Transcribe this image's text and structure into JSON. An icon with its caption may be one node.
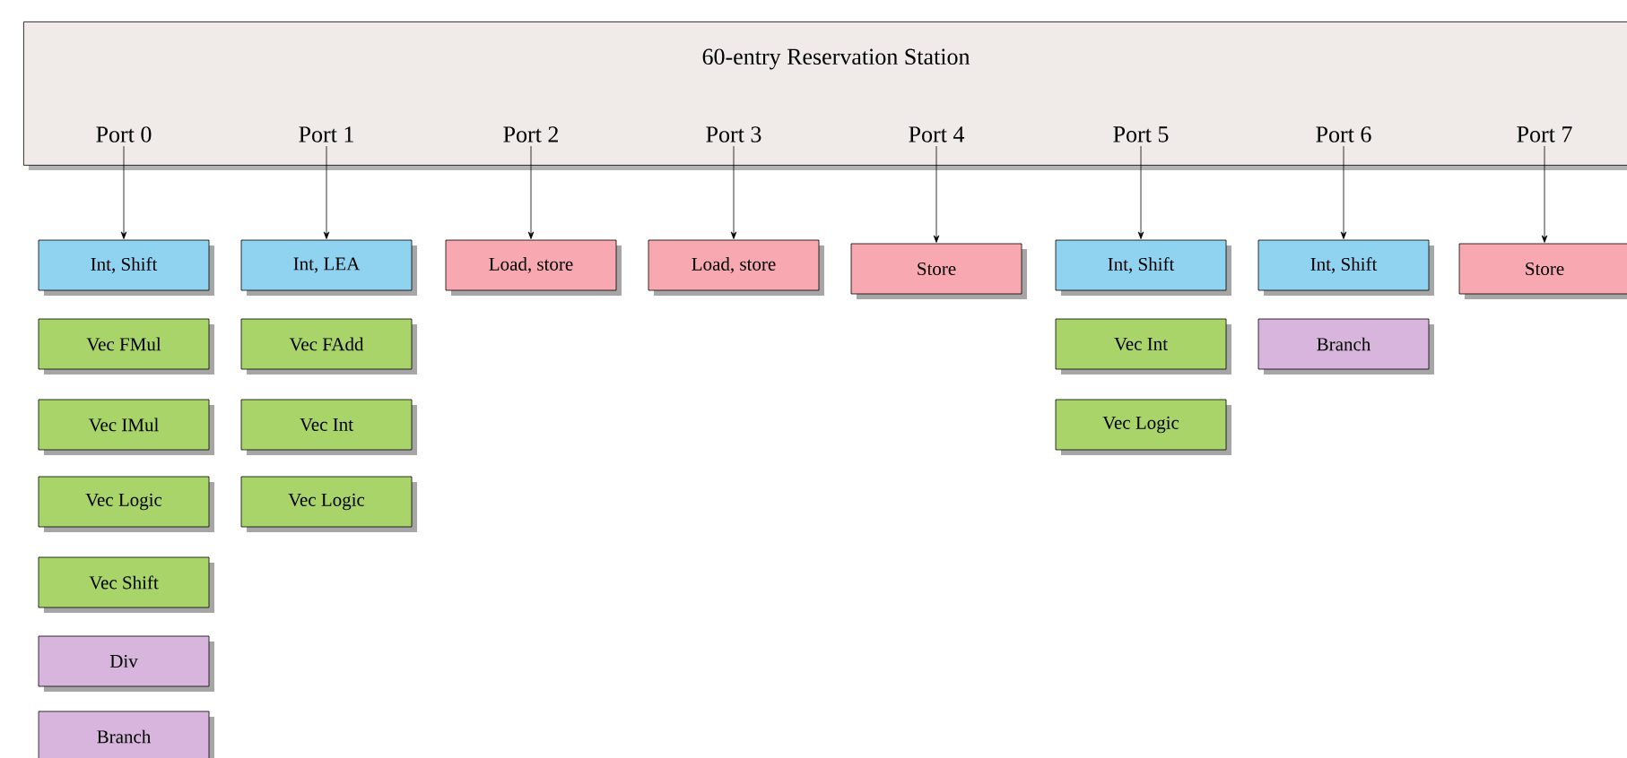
{
  "diagram": {
    "nodes": [
      {
        "text": [
          "60-entry Reservation Station"
        ]
      },
      {
        "text": [
          "Port 0"
        ],
        "in": 0
      },
      {
        "text": [
          "Port 1"
        ],
        "in": 0
      },
      {
        "text": [
          "Port 2"
        ],
        "in": 0
      },
      {
        "text": [
          "Port 3"
        ],
        "in": 0
      },
      {
        "text": [
          "Port 4"
        ],
        "in": 0
      },
      {
        "text": [
          "Port 5"
        ],
        "in": 0
      },
      {
        "text": [
          "Port 6"
        ],
        "in": 0
      },
      {
        "text": [
          "Port 7"
        ],
        "in": 0
      },
      {
        "text": [
          "Int, Shift"
        ]
      },
      {
        "text": [
          "Vec FMul"
        ]
      },
      {
        "text": [
          "Vec IMul"
        ]
      },
      {
        "text": [
          "Vec Logic"
        ]
      },
      {
        "text": [
          "Vec Shift"
        ]
      },
      {
        "text": [
          "Div"
        ]
      },
      {
        "text": [
          "Branch"
        ]
      },
      {
        "text": [
          "Int, LEA"
        ]
      },
      {
        "text": [
          "Vec FAdd"
        ]
      },
      {
        "text": [
          "Vec Int"
        ]
      },
      {
        "text": [
          "Vec Logic"
        ]
      },
      {
        "text": [
          "Load, store"
        ]
      },
      {
        "text": [
          "Load, store"
        ]
      },
      {
        "text": [
          "Store"
        ]
      },
      {
        "text": [
          "Int, Shift"
        ]
      },
      {
        "text": [
          "Vec Int"
        ]
      },
      {
        "text": [
          "Vec Logic"
        ]
      },
      {
        "text": [
          "Int, Shift"
        ]
      },
      {
        "text": [
          "Branch"
        ]
      },
      {
        "text": [
          "Store"
        ]
      }
    ],
    "edges": [
      {
        "from": 1,
        "to": 9,
        "arrow": "to"
      },
      {
        "from": 2,
        "to": 16,
        "arrow": "to"
      },
      {
        "from": 3,
        "to": 20,
        "arrow": "to"
      },
      {
        "from": 4,
        "to": 21,
        "arrow": "to"
      },
      {
        "from": 5,
        "to": 22,
        "arrow": "to"
      },
      {
        "from": 6,
        "to": 23,
        "arrow": "to"
      },
      {
        "from": 7,
        "to": 26,
        "arrow": "to"
      },
      {
        "from": 8,
        "to": 28,
        "arrow": "to"
      }
    ]
  }
}
